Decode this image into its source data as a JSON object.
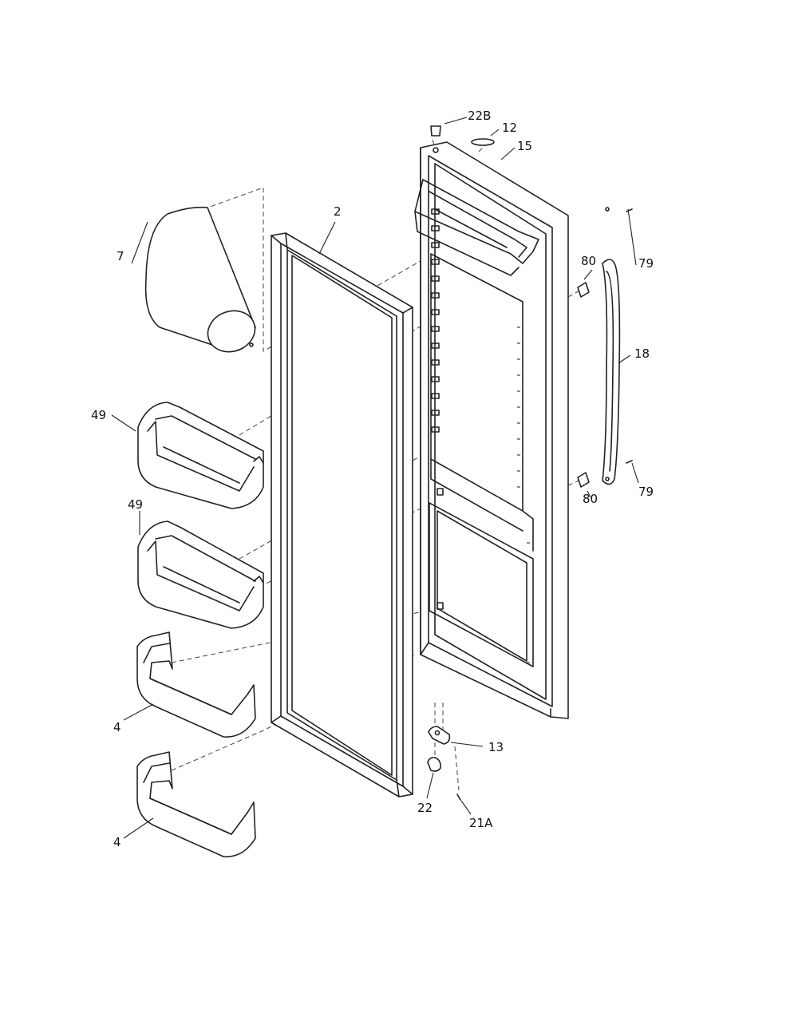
{
  "labels": {
    "p22b": "22B",
    "p12": "12",
    "p15": "15",
    "p2": "2",
    "p7": "7",
    "p80_top": "80",
    "p79_top": "79",
    "p18": "18",
    "p49_top": "49",
    "p49_bottom": "49",
    "p80_bottom": "80",
    "p79_bottom": "79",
    "p13": "13",
    "p4_top": "4",
    "p22": "22",
    "p21a": "21A",
    "p4_bottom": "4"
  }
}
